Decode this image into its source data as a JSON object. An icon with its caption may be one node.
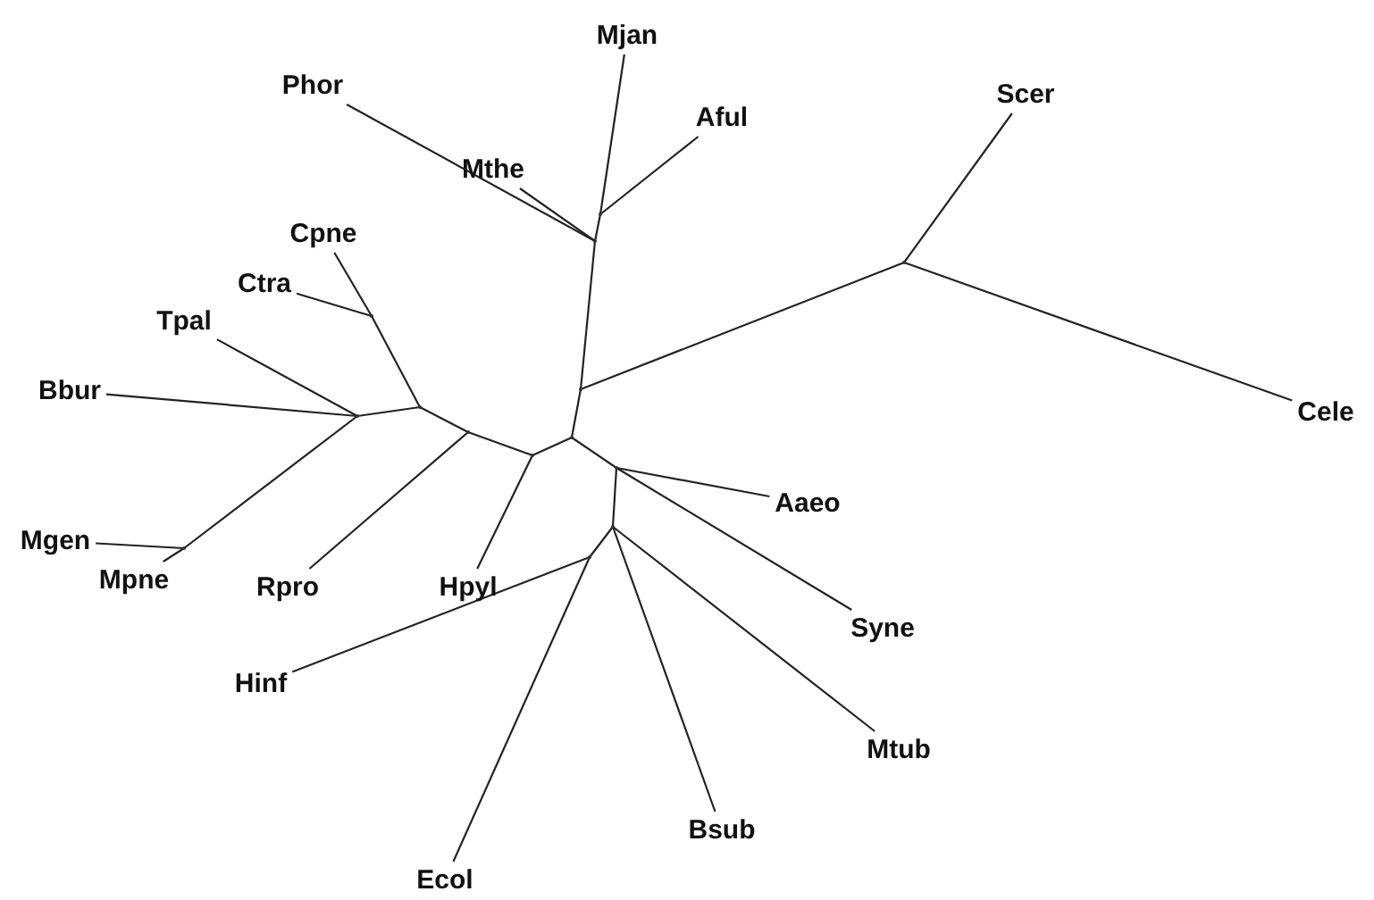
{
  "diagram": {
    "nodes": [
      {
        "text": [
          "Mjan"
        ]
      },
      {
        "text": [
          "Phor"
        ]
      },
      {
        "text": [
          "Scer"
        ]
      },
      {
        "text": [
          "Aful"
        ]
      },
      {
        "text": [
          "Mthe"
        ]
      },
      {
        "text": [
          "Cpne"
        ]
      },
      {
        "text": [
          "Ctra"
        ]
      },
      {
        "text": [
          "Tpal"
        ]
      },
      {
        "text": [
          "Bbur"
        ]
      },
      {
        "text": [
          "Cele"
        ]
      },
      {
        "text": [
          "Aaeo"
        ]
      },
      {
        "text": [
          "Mgen"
        ]
      },
      {
        "text": [
          "Mpne"
        ]
      },
      {
        "text": [
          "Rpro"
        ]
      },
      {
        "text": [
          "Hpyl"
        ]
      },
      {
        "text": [
          "Syne"
        ]
      },
      {
        "text": [
          "Hinf"
        ]
      },
      {
        "text": [
          "Mtub"
        ]
      },
      {
        "text": [
          "Bsub"
        ]
      },
      {
        "text": [
          "Ecol"
        ]
      },
      {
        "text": [],
        "shape": "point"
      },
      {
        "text": [],
        "shape": "point"
      },
      {
        "text": [],
        "shape": "point"
      },
      {
        "text": [],
        "shape": "point"
      },
      {
        "text": [],
        "shape": "point"
      },
      {
        "text": [],
        "shape": "point"
      },
      {
        "text": [],
        "shape": "point"
      },
      {
        "text": [],
        "shape": "point"
      },
      {
        "text": [],
        "shape": "point"
      },
      {
        "text": [],
        "shape": "point"
      },
      {
        "text": [],
        "shape": "point"
      },
      {
        "text": [],
        "shape": "point"
      },
      {
        "text": [],
        "shape": "point"
      },
      {
        "text": [],
        "shape": "point"
      }
    ],
    "edges": [
      {
        "from": 21,
        "to": 20,
        "arrow": "none"
      },
      {
        "from": 20,
        "to": 0,
        "arrow": "none"
      },
      {
        "from": 20,
        "to": 3,
        "arrow": "none"
      },
      {
        "from": 21,
        "to": 1,
        "arrow": "none"
      },
      {
        "from": 21,
        "to": 4,
        "arrow": "none"
      },
      {
        "from": 24,
        "to": 21,
        "arrow": "none"
      },
      {
        "from": 24,
        "to": 22,
        "arrow": "none"
      },
      {
        "from": 22,
        "to": 2,
        "arrow": "none"
      },
      {
        "from": 22,
        "to": 9,
        "arrow": "none"
      },
      {
        "from": 28,
        "to": 24,
        "arrow": "none"
      },
      {
        "from": 28,
        "to": 29,
        "arrow": "none"
      },
      {
        "from": 28,
        "to": 30,
        "arrow": "none"
      },
      {
        "from": 30,
        "to": 10,
        "arrow": "none"
      },
      {
        "from": 30,
        "to": 15,
        "arrow": "none"
      },
      {
        "from": 30,
        "to": 31,
        "arrow": "none"
      },
      {
        "from": 31,
        "to": 33,
        "arrow": "none"
      },
      {
        "from": 31,
        "to": 17,
        "arrow": "none"
      },
      {
        "from": 31,
        "to": 18,
        "arrow": "none"
      },
      {
        "from": 33,
        "to": 16,
        "arrow": "none"
      },
      {
        "from": 33,
        "to": 19,
        "arrow": "none"
      },
      {
        "from": 29,
        "to": 14,
        "arrow": "none"
      },
      {
        "from": 29,
        "to": 27,
        "arrow": "none"
      },
      {
        "from": 27,
        "to": 13,
        "arrow": "none"
      },
      {
        "from": 27,
        "to": 25,
        "arrow": "none"
      },
      {
        "from": 25,
        "to": 23,
        "arrow": "none"
      },
      {
        "from": 23,
        "to": 5,
        "arrow": "none"
      },
      {
        "from": 23,
        "to": 6,
        "arrow": "none"
      },
      {
        "from": 25,
        "to": 26,
        "arrow": "none"
      },
      {
        "from": 26,
        "to": 7,
        "arrow": "none"
      },
      {
        "from": 26,
        "to": 8,
        "arrow": "none"
      },
      {
        "from": 26,
        "to": 32,
        "arrow": "none"
      },
      {
        "from": 32,
        "to": 11,
        "arrow": "none"
      },
      {
        "from": 32,
        "to": 12,
        "arrow": "none"
      }
    ]
  }
}
